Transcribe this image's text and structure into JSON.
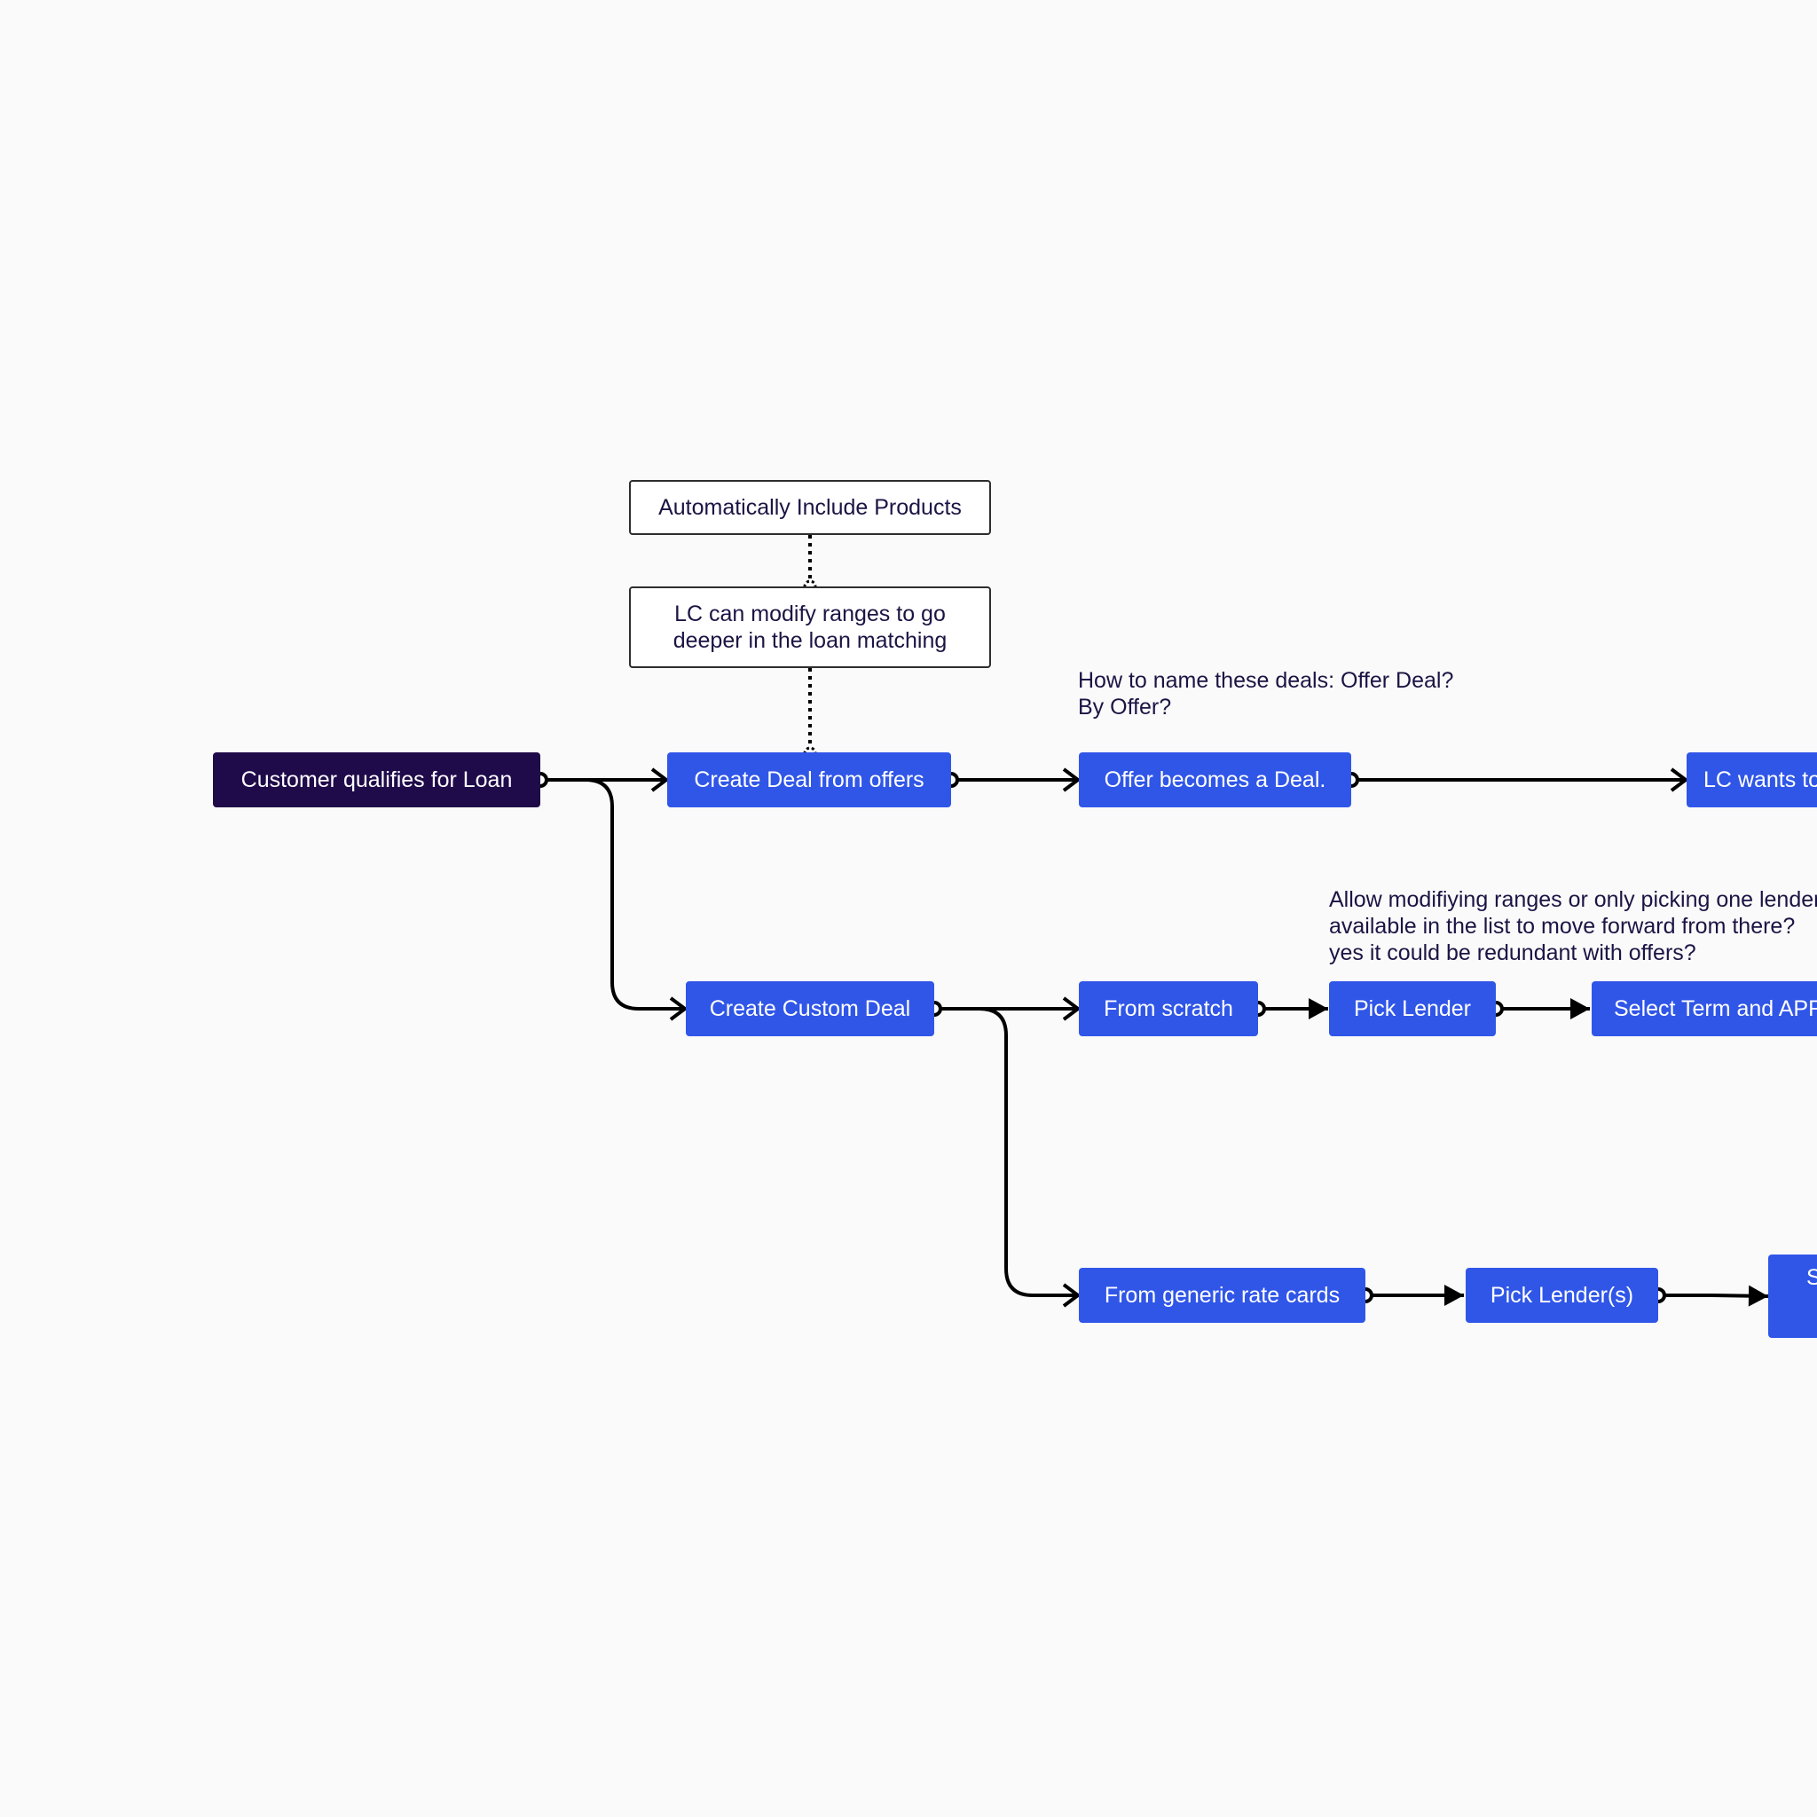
{
  "diagram": {
    "nodes": {
      "customer_qualifies": "Customer qualifies for Loan",
      "create_deal_from_offers": "Create Deal from offers",
      "offer_becomes_deal": "Offer becomes a Deal.",
      "lc_wants": "LC wants to",
      "create_custom_deal": "Create Custom Deal",
      "from_scratch": "From scratch",
      "pick_lender": "Pick Lender",
      "select_term": "Select Term and APR",
      "from_generic_rate_cards": "From generic rate cards",
      "pick_lenders": "Pick Lender(s)",
      "s_box": "S",
      "auto_include_products": "Automatically Include Products",
      "lc_modify_ranges": "LC can modify ranges to go\ndeeper in the loan matching"
    },
    "notes": {
      "deal_naming": "How to name these deals: Offer Deal?\nBy Offer?",
      "allow_modifying": "Allow modifiying ranges or only picking one lender\navailable in the list to move forward from there?\nyes it could be redundant with offers?"
    },
    "colors": {
      "blue_node": "#3056e8",
      "dark_node": "#1f0a4a",
      "outline_node_border": "#2d2d2d",
      "connector": "#000000",
      "text_dark": "#1c1444",
      "background": "#fafafa"
    }
  }
}
